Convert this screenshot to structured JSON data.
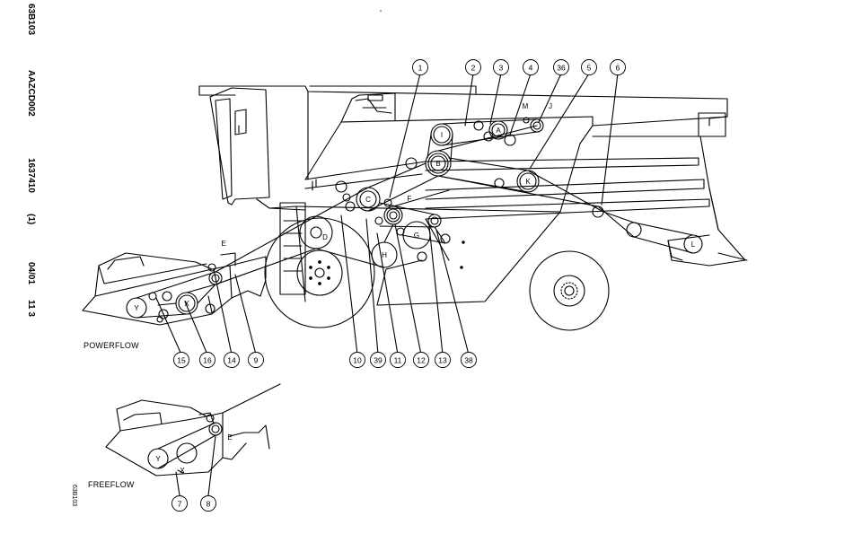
{
  "side_codes": [
    "63B103",
    "AAZCD002",
    "1637410",
    "(1)",
    "04/01",
    "11 3"
  ],
  "panel_labels": {
    "powerflow": "POWERFLOW",
    "freeflow": "FREEFLOW"
  },
  "footer_code": "63B103",
  "callouts_main": [
    "1",
    "2",
    "3",
    "4",
    "36",
    "5",
    "6",
    "15",
    "16",
    "14",
    "9",
    "10",
    "39",
    "11",
    "12",
    "13",
    "38"
  ],
  "callouts_freeflow": [
    "7",
    "8"
  ],
  "pulley_letters": [
    "I",
    "A",
    "M",
    "J",
    "B",
    "K",
    "C",
    "F",
    "D",
    "G",
    "H",
    "L",
    "E",
    "X",
    "Y"
  ],
  "freeflow_letters": [
    "E",
    "Y",
    "X"
  ]
}
